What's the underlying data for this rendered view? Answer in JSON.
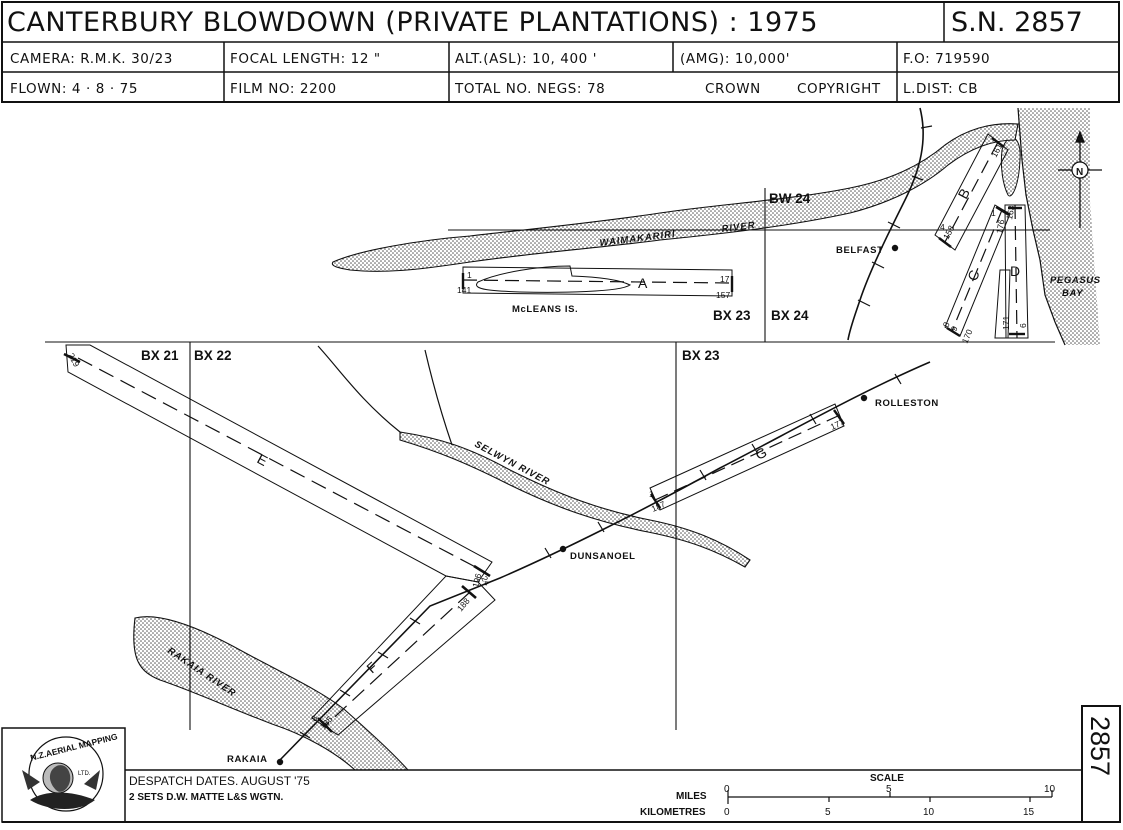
{
  "header": {
    "title": "CANTERBURY   BLOWDOWN   (PRIVATE  PLANTATIONS)   :  1975",
    "survey_number": "S.N. 2857",
    "camera": "CAMERA: R.M.K. 30/23",
    "focal_length": "FOCAL  LENGTH:  12 \"",
    "alt_asl": "ALT.(ASL):   10, 400 '",
    "alt_amg": "(AMG):   10,000'",
    "fo": "F.O: 719590",
    "flown": "FLOWN:  4 · 8 · 75",
    "film_no": "FILM  NO:    2200",
    "total_negs": "TOTAL  NO.  NEGS: 78",
    "crown": "CROWN",
    "copyright": "COPYRIGHT",
    "l_dist": "L.DIST:  CB"
  },
  "map": {
    "sheet_labels": [
      "BW 24",
      "BX 23",
      "BX 24",
      "BX 21",
      "BX 22",
      "BX 23"
    ],
    "rivers": [
      "WAIMAKARIRI",
      "RIVER",
      "SELWYN  RIVER",
      "RAKAIA  RIVER"
    ],
    "places": [
      "BELFAST",
      "ROLLESTON",
      "DUNSANOEL",
      "RAKAIA",
      "McLEANS  IS.",
      "PEGASUS",
      "BAY"
    ],
    "run_letters": [
      "A",
      "B",
      "C",
      "D",
      "E",
      "F",
      "G"
    ],
    "frame_numbers": [
      "141",
      "17",
      "157",
      "161",
      "158",
      "163",
      "176",
      "9",
      "8",
      "170",
      "171",
      "6",
      "219",
      "24",
      "196",
      "188",
      "185",
      "8",
      "187",
      "177",
      "1",
      "1",
      "4",
      "1"
    ],
    "north_symbol": "N"
  },
  "footer": {
    "despatch": "DESPATCH  DATES.   AUGUST  '75",
    "sets": "2 SETS   D.W.  MATTE    L&S   WGTN.",
    "scale_title": "SCALE",
    "miles_label": "MILES",
    "km_label": "KILOMETRES",
    "mile_ticks": [
      "0",
      "5",
      "10"
    ],
    "km_ticks": [
      "0",
      "5",
      "10",
      "15"
    ],
    "vertical_sn": "2857",
    "logo_text": "N.Z.AERIAL MAPPING",
    "logo_sub": "LTD."
  }
}
